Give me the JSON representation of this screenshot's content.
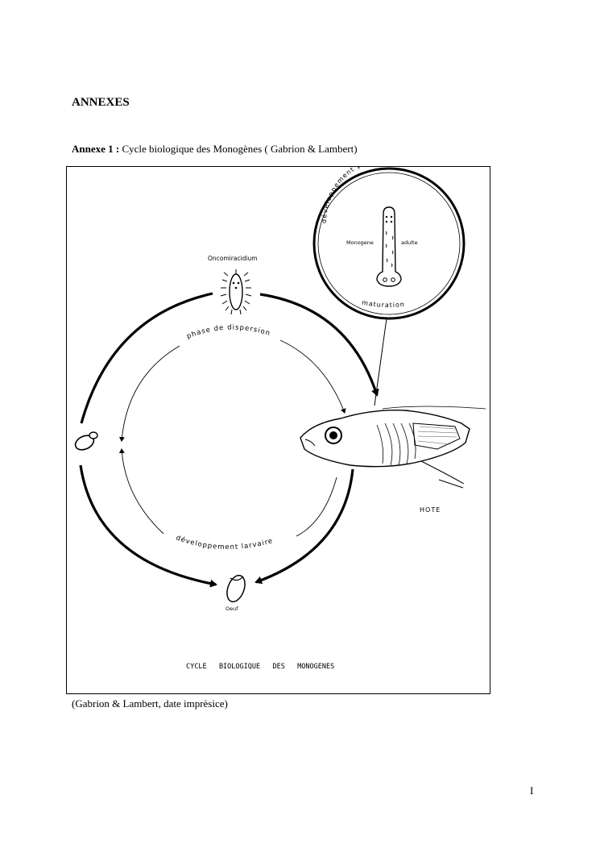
{
  "page": {
    "heading": "ANNEXES",
    "annex_label": "Annexe 1 :",
    "annex_title": " Cycle biologique des Monogènes ( Gabrion & Lambert)",
    "caption": "(Gabrion & Lambert, date imprèsice)",
    "page_number": "I"
  },
  "figure": {
    "labels": {
      "oncomiracidium": "Oncomiracidium",
      "phase_dispersion": "phase de dispersion",
      "dev_post_larvaire": "développement post-larvaire",
      "monogene": "Monogene",
      "adulte": "adulte",
      "maturation": "maturation",
      "hote": "HOTE",
      "dev_larvaire": "développement larvaire",
      "oeuf": "Oeuf",
      "cycle_title": "CYCLE   BIOLOGIQUE   DES   MONOGENES"
    },
    "icons": [
      "oncomiracidium-larva-icon",
      "egg-icon",
      "egg-with-cap-icon",
      "fish-host-icon",
      "adult-monogene-icon"
    ]
  }
}
